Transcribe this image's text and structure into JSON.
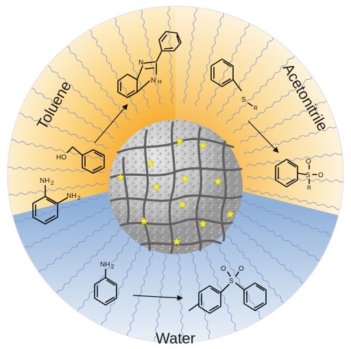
{
  "solvents": {
    "toluene": "Toluene",
    "acetonitrile": "Acetonitrile",
    "water": "Water"
  },
  "toluene_reaction": {
    "reactant1_groups": [
      "NH",
      "NH"
    ],
    "reactant1_subscripts": [
      "2",
      "2"
    ],
    "reactant2_group": "HO",
    "product_atoms": [
      "N",
      "N",
      "H"
    ]
  },
  "acetonitrile_reaction": {
    "reactant_atoms": [
      "S",
      "R"
    ],
    "product_atoms": [
      "S",
      "O",
      "O",
      "R"
    ]
  },
  "water_reaction": {
    "reactant_group": "NH",
    "reactant_subscript": "2",
    "product_atoms": [
      "S",
      "O",
      "O"
    ]
  },
  "colors": {
    "orange_sector": "#f7b84a",
    "blue_sector": "#9fb8d8",
    "wire": "#7c88bf",
    "sphere_base": "#c8c8c8",
    "catalyst_star": "#f2ec3a",
    "fiber": "#606060"
  },
  "icons": {
    "catalyst_sites": "star-icon",
    "reaction_arrows": "arrow-right-icon"
  }
}
